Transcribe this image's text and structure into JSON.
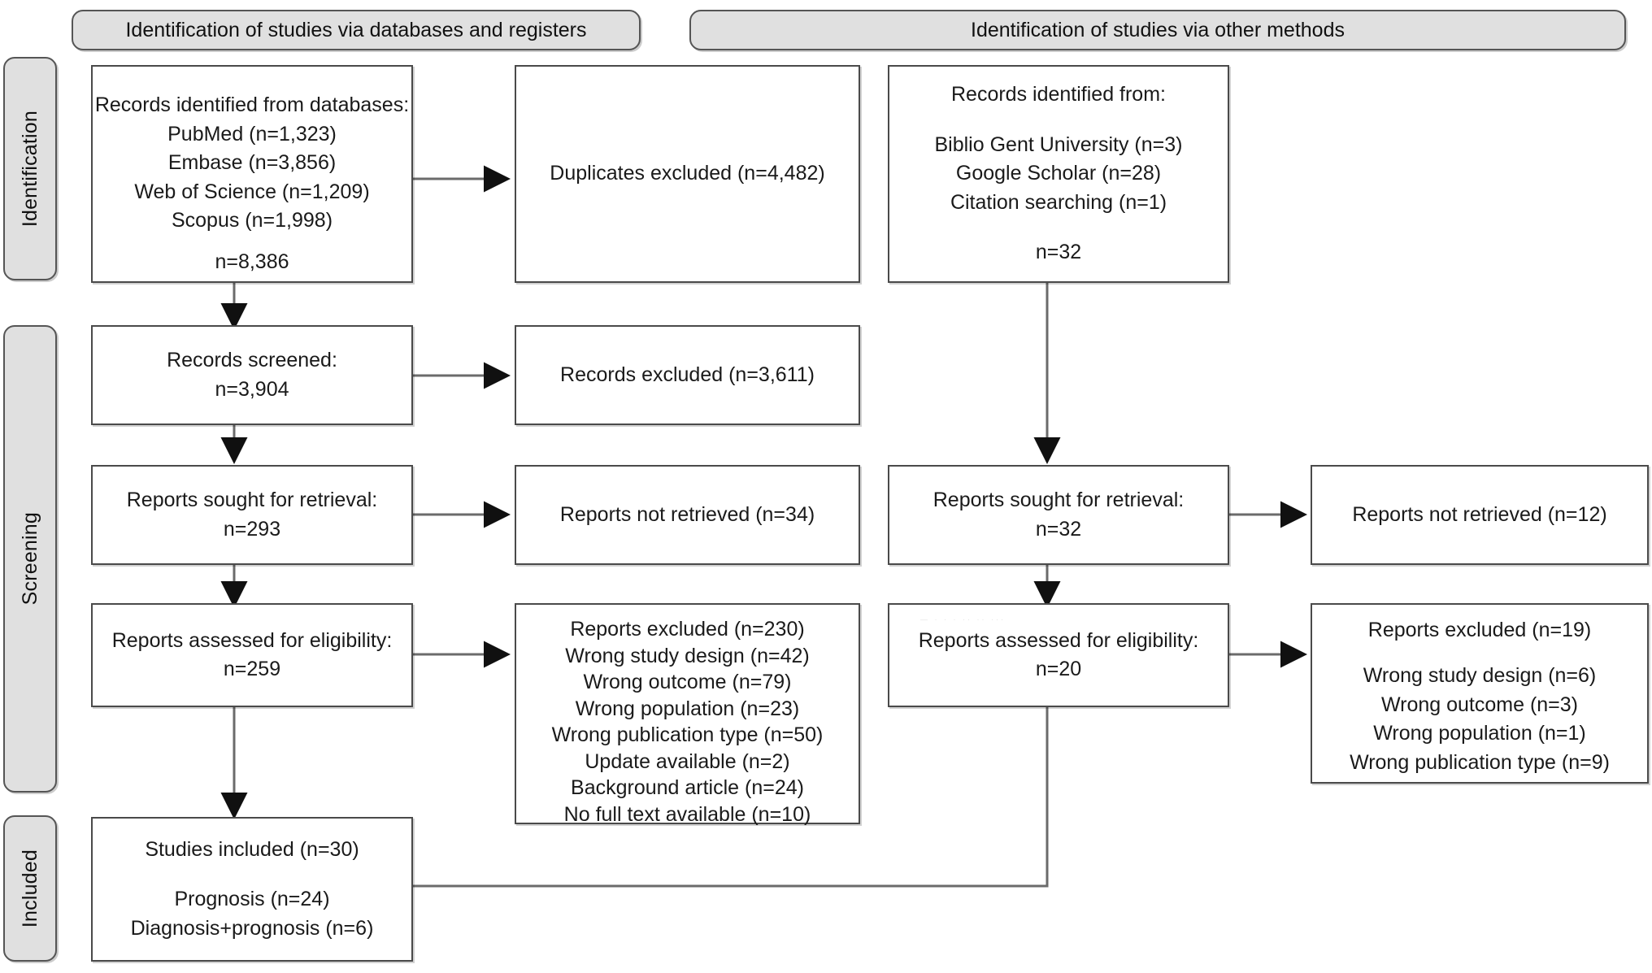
{
  "diagram": {
    "type": "PRISMA 2020 flow diagram",
    "phases": [
      {
        "key": "identification",
        "label": "Identification"
      },
      {
        "key": "screening",
        "label": "Screening"
      },
      {
        "key": "included",
        "label": "Included"
      }
    ],
    "columns": [
      {
        "key": "databases",
        "header": "Identification of studies via databases and registers"
      },
      {
        "key": "other",
        "header": "Identification of studies via other methods"
      }
    ],
    "artifact_text": "—    ·      · ·    ·· ·· ···"
  },
  "left_column": {
    "records_identified": {
      "title": "Records identified from databases:",
      "sources": [
        "PubMed (n=1,323)",
        "Embase (n=3,856)",
        "Web of Science (n=1,209)",
        "Scopus (n=1,998)"
      ],
      "total": "n=8,386"
    },
    "duplicates_excluded": {
      "text": "Duplicates excluded (n=4,482)"
    },
    "records_screened": {
      "title": "Records screened:",
      "total": "n=3,904"
    },
    "records_excluded": {
      "text": "Records excluded (n=3,611)"
    },
    "reports_sought": {
      "title": "Reports sought for retrieval:",
      "total": "n=293"
    },
    "reports_not_retrieved": {
      "text": "Reports not retrieved (n=34)"
    },
    "reports_assessed": {
      "title": "Reports assessed for eligibility:",
      "total": "n=259"
    },
    "reports_excluded": {
      "title": "Reports excluded (n=230)",
      "reasons": [
        "Wrong study design (n=42)",
        "Wrong outcome (n=79)",
        "Wrong population (n=23)",
        "Wrong publication type (n=50)",
        "Update available (n=2)",
        "Background article (n=24)",
        "No full text available (n=10)"
      ]
    }
  },
  "right_column": {
    "records_identified": {
      "title": "Records identified from:",
      "sources": [
        "Biblio Gent University (n=3)",
        "Google Scholar (n=28)",
        "Citation searching (n=1)"
      ],
      "total": "n=32"
    },
    "reports_sought": {
      "title": "Reports sought for retrieval:",
      "total": "n=32"
    },
    "reports_not_retrieved": {
      "text": "Reports not retrieved (n=12)"
    },
    "reports_assessed": {
      "title": "Reports assessed for eligibility:",
      "total": "n=20"
    },
    "reports_excluded": {
      "title": "Reports excluded (n=19)",
      "reasons": [
        "Wrong study design (n=6)",
        "Wrong outcome (n=3)",
        "Wrong population (n=1)",
        "Wrong publication type (n=9)"
      ]
    }
  },
  "included": {
    "title": "Studies included (n=30)",
    "breakdown": [
      "Prognosis (n=24)",
      "Diagnosis+prognosis (n=6)"
    ]
  },
  "colors": {
    "band_fill": "#e0e0e0",
    "band_border": "#555555",
    "node_border": "#4a4a4a",
    "wire": "#6b6b6b",
    "text": "#111111",
    "background": "#ffffff"
  }
}
